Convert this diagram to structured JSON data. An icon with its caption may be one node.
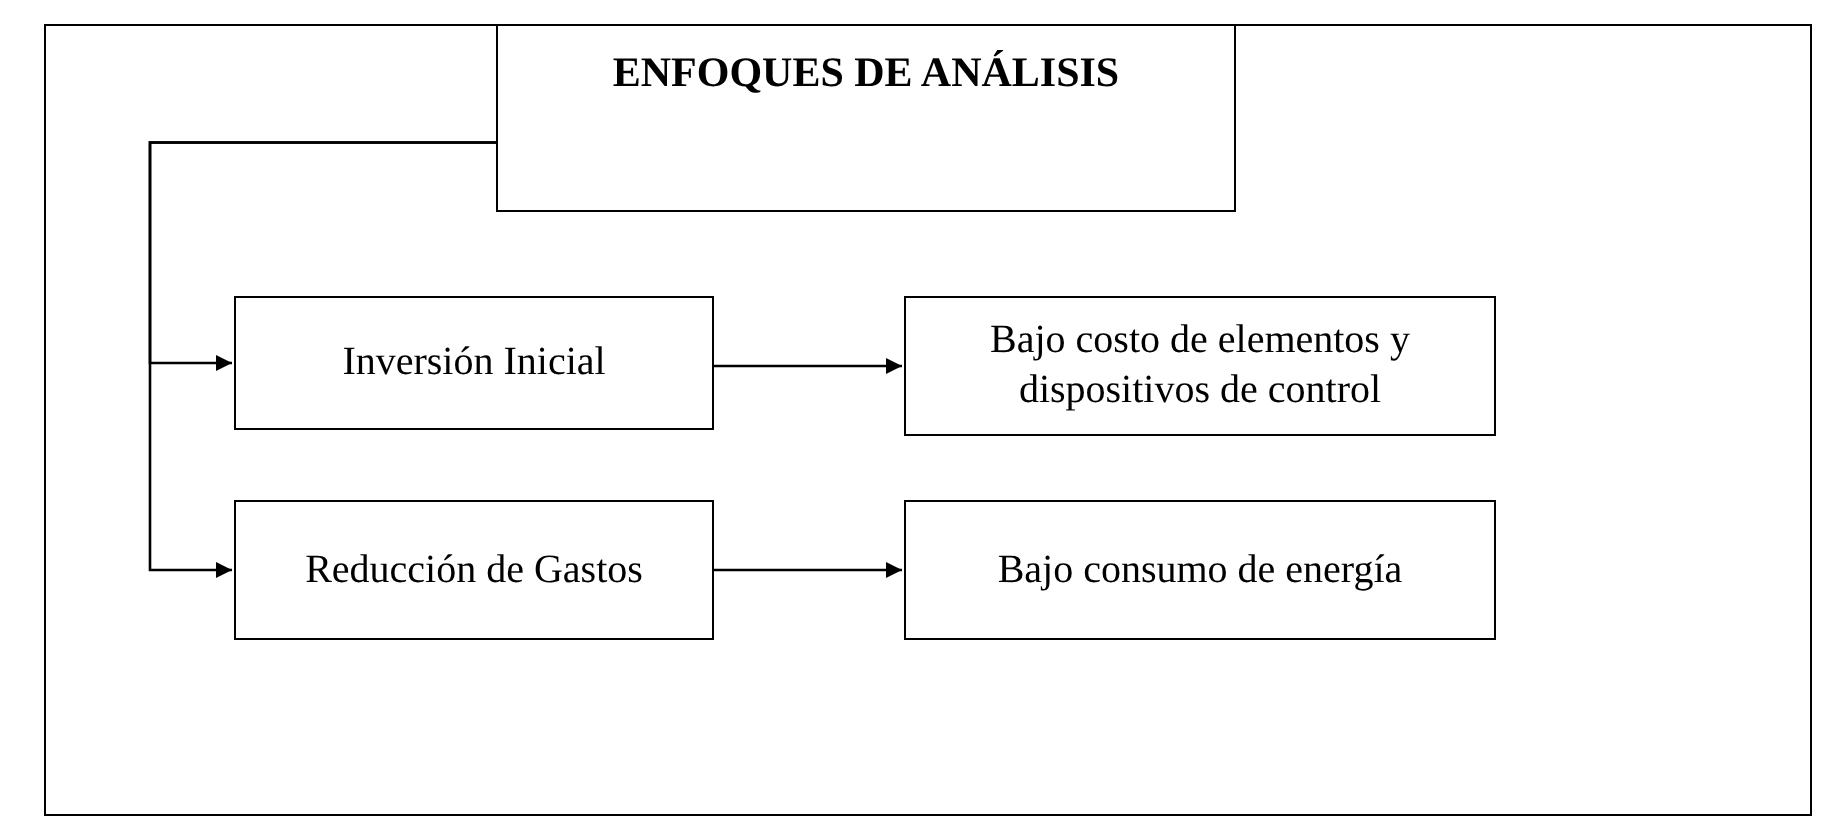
{
  "diagram": {
    "nodes": [
      {
        "text": [
          "ENFOQUES DE ANÁLISIS"
        ]
      },
      {
        "text": [
          "Inversión Inicial"
        ]
      },
      {
        "text": [
          "Bajo costo de elementos y dispositivos de control"
        ]
      },
      {
        "text": [
          "Reducción de Gastos"
        ]
      },
      {
        "text": [
          "Bajo consumo de energía"
        ]
      }
    ],
    "edges": [
      {
        "from": 0,
        "to": 1,
        "arrow": "to"
      },
      {
        "from": 0,
        "to": 3,
        "arrow": "to"
      },
      {
        "from": 1,
        "to": 2,
        "arrow": "to"
      },
      {
        "from": 3,
        "to": 4,
        "arrow": "to"
      }
    ]
  }
}
